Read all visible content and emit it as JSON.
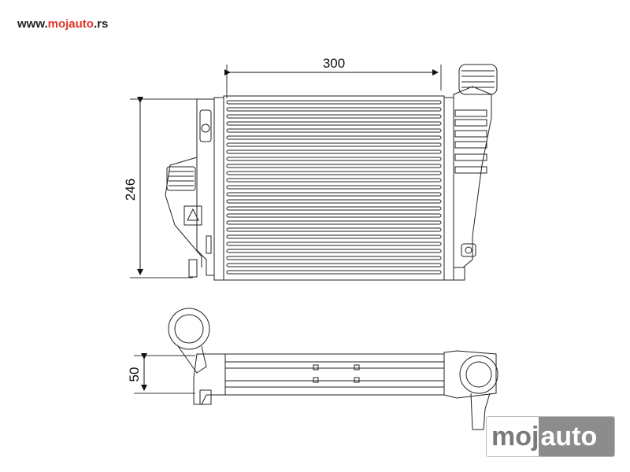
{
  "header": {
    "url_prefix": "www.",
    "url_brand": "mojauto",
    "url_suffix": ".rs"
  },
  "dimensions": {
    "width_label": "300",
    "height_label": "246",
    "depth_label": "50"
  },
  "watermark": {
    "left_text": "moj",
    "right_text": "auto"
  },
  "colors": {
    "brand_red": "#e0352b",
    "line": "#222222",
    "logo_gray": "#8c8c8c"
  }
}
